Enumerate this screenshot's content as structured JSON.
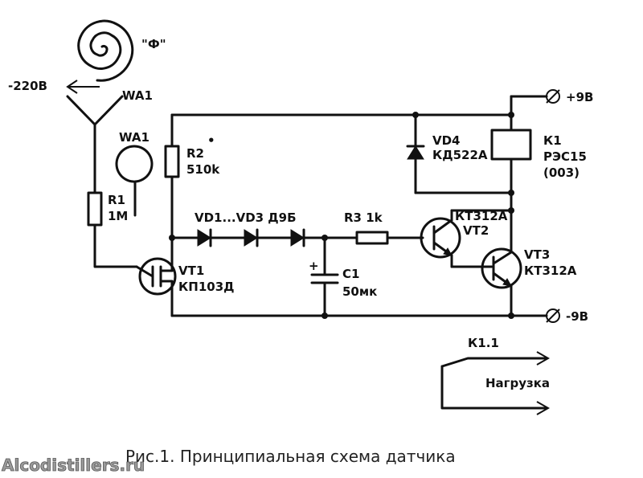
{
  "labels": {
    "mains": "-220В",
    "phase": "\"Ф\"",
    "wa1_antenna": "WA1",
    "wa1_loop": "WA1",
    "r1_name": "R1",
    "r1_value": "1M",
    "r2_name": "R2",
    "r2_value": "510k",
    "r2_mark": "•",
    "diodes": "VD1...VD3  Д9Б",
    "r3": "R3  1k",
    "c1_name": "C1",
    "c1_value": "50мк",
    "c1_plus": "+",
    "vt1_name": "VT1",
    "vt1_type": "КП103Д",
    "vt2_type": "КТ312А",
    "vt2_name": "VT2",
    "vt3_name": "VT3",
    "vt3_type": "КТ312А",
    "vd4_name": "VD4",
    "vd4_type": "КД522А",
    "k1_name": "К1",
    "k1_type": "РЭС15",
    "k1_code": "(003)",
    "plus9": "+9В",
    "minus9": "-9В",
    "k11": "К1.1",
    "load": "Нагрузка"
  },
  "caption": "Рис.1. Принципиальная схема датчика",
  "watermark": "Alcodistillers.ru"
}
